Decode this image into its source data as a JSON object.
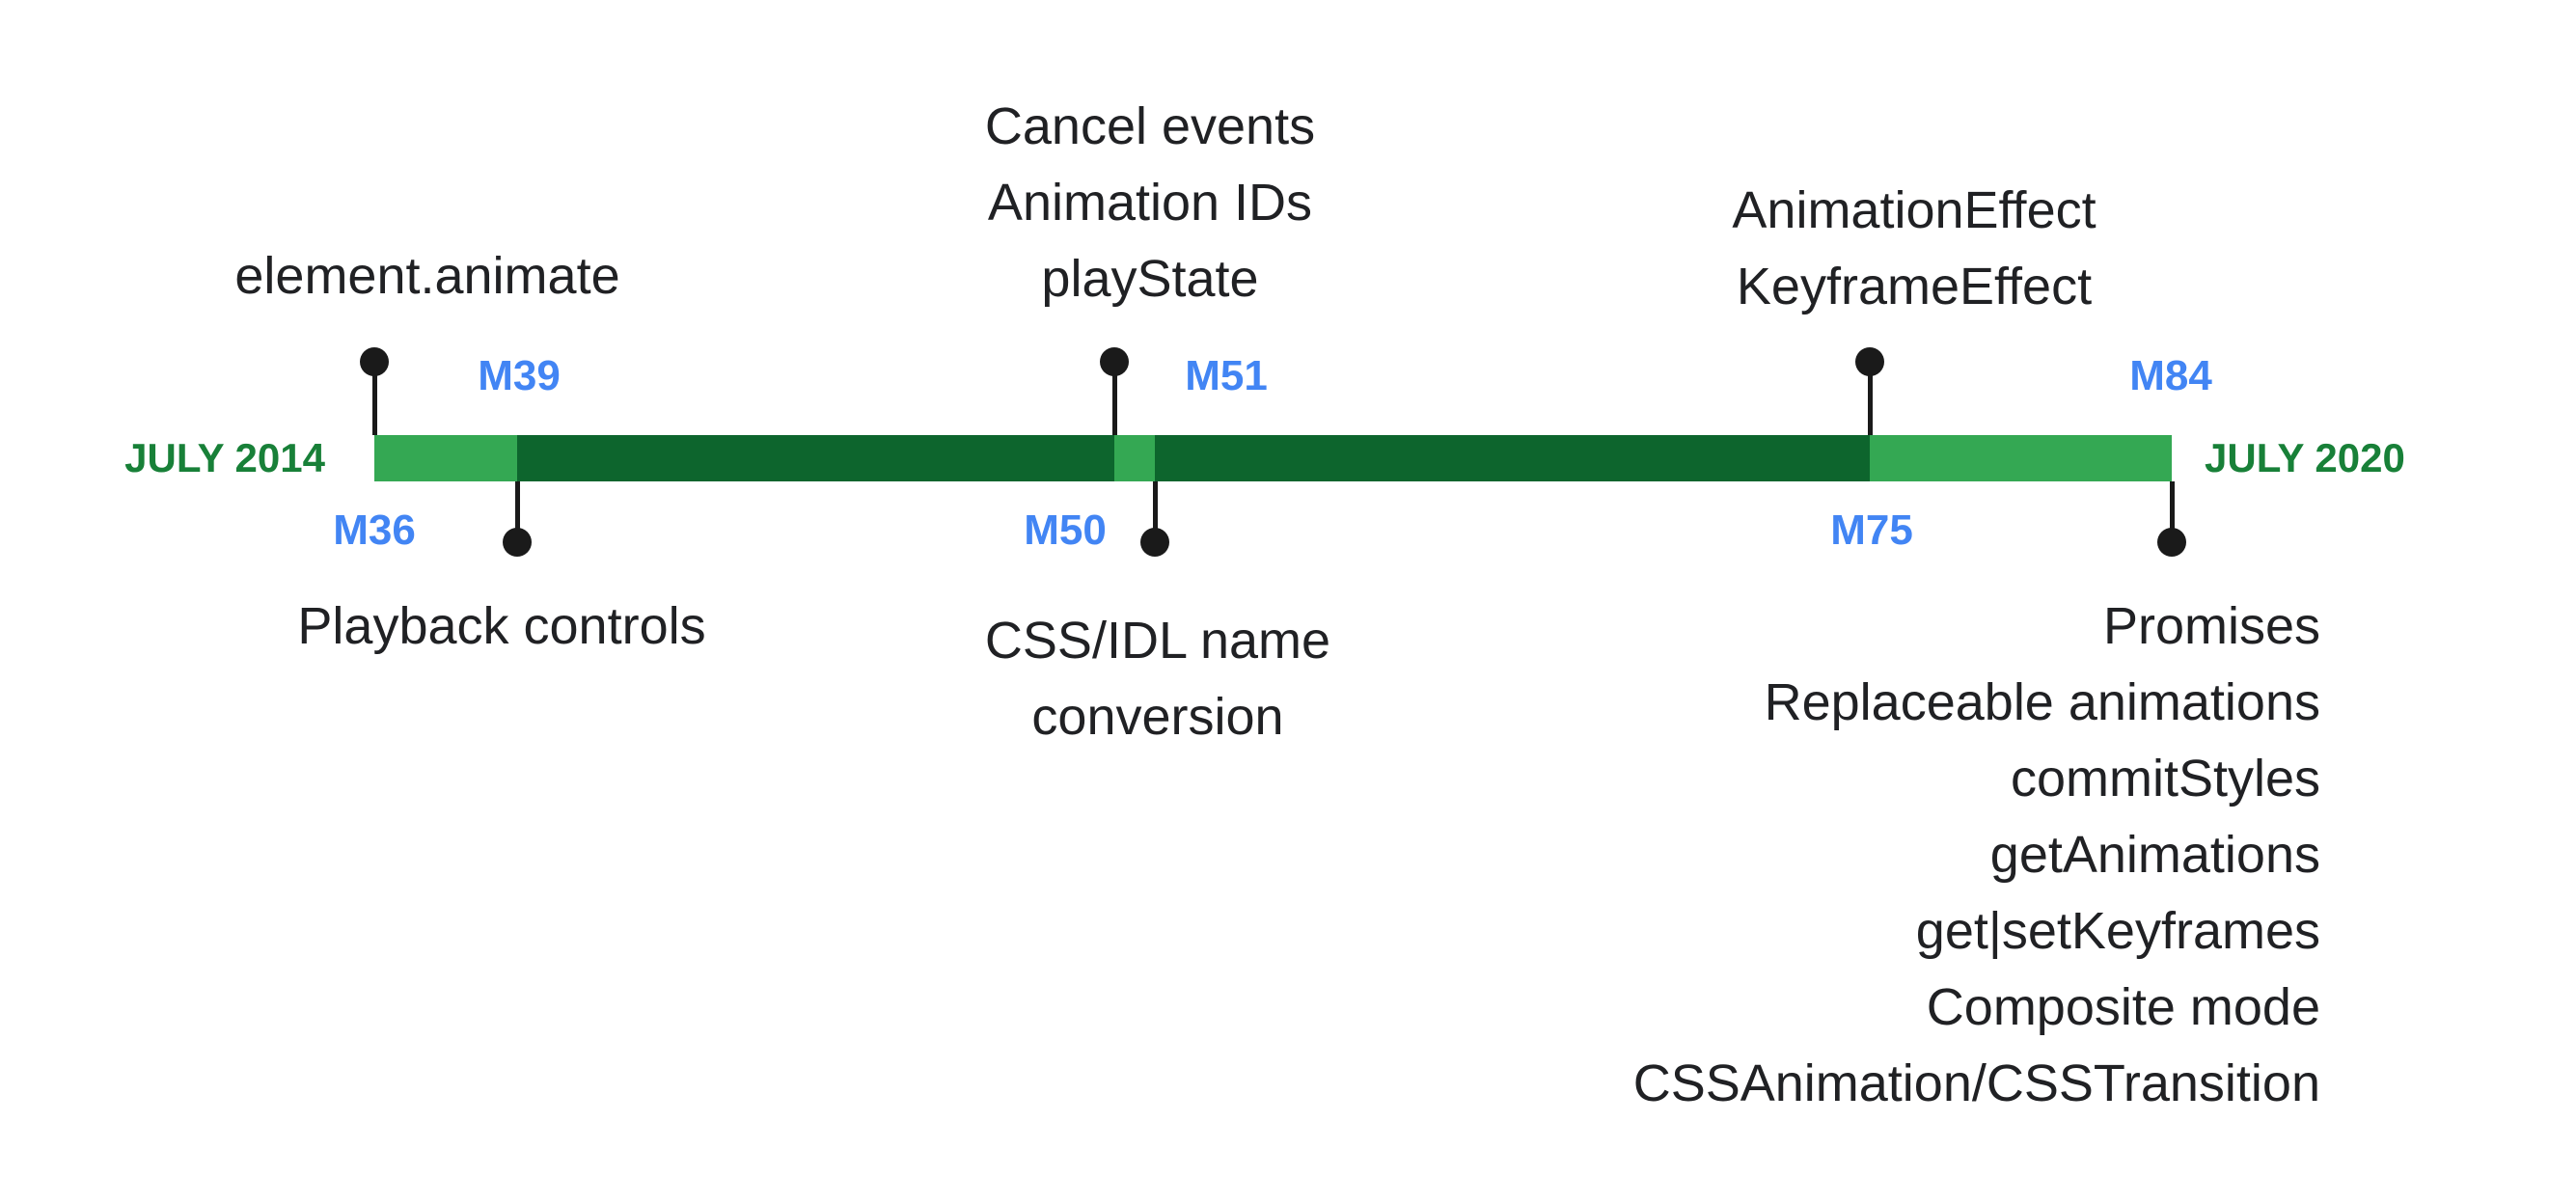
{
  "colors": {
    "light_green": "#34A853",
    "dark_green": "#0D652D",
    "milestone_blue": "#4285F4",
    "date_green": "#188038",
    "text_black": "#202124",
    "marker_black": "#1A1A1A"
  },
  "timeline": {
    "start_date": "JULY 2014",
    "end_date": "JULY 2020"
  },
  "milestones": {
    "m36": "M36",
    "m39": "M39",
    "m50": "M50",
    "m51": "M51",
    "m75": "M75",
    "m84": "M84"
  },
  "events": {
    "element_animate": "element.animate",
    "m50_block": [
      "Cancel events",
      "Animation IDs",
      "playState"
    ],
    "m75_block": [
      "AnimationEffect",
      "KeyframeEffect"
    ],
    "playback": "Playback controls",
    "css_idl": [
      "CSS/IDL name",
      "conversion"
    ],
    "m84_features": [
      "Promises",
      "Replaceable animations",
      "commitStyles",
      "getAnimations",
      "get|setKeyframes",
      "Composite mode",
      "CSSAnimation/CSSTransition"
    ]
  }
}
